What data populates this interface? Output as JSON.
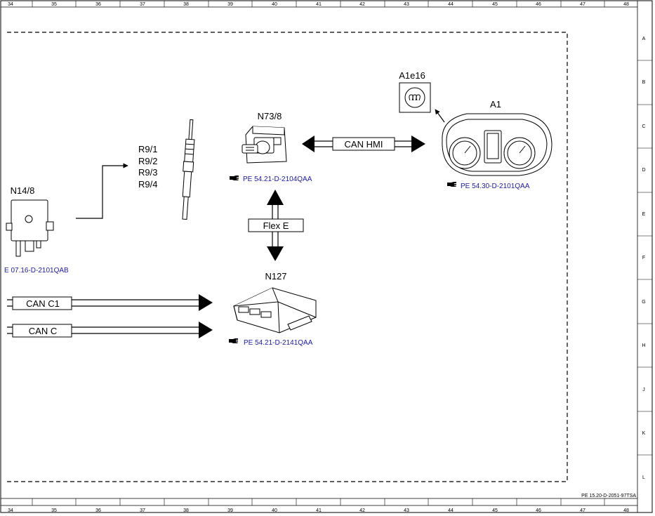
{
  "frame": {
    "columns": [
      "34",
      "35",
      "36",
      "37",
      "38",
      "39",
      "40",
      "41",
      "42",
      "43",
      "44",
      "45",
      "46",
      "47",
      "48"
    ],
    "rows": [
      "A",
      "B",
      "C",
      "D",
      "E",
      "F",
      "G",
      "H",
      "J",
      "K",
      "L"
    ],
    "footer_ref": "PE 15.20-D-2051-97TSA"
  },
  "components": {
    "n14_8": {
      "label": "N14/8",
      "ref": "E 07.16-D-2101QAB"
    },
    "r9": {
      "labels": [
        "R9/1",
        "R9/2",
        "R9/3",
        "R9/4"
      ]
    },
    "n73_8": {
      "label": "N73/8",
      "ref": "PE 54.21-D-2104QAA"
    },
    "a1e16": {
      "label": "A1e16"
    },
    "a1": {
      "label": "A1",
      "ref": "PE 54.30-D-2101QAA"
    },
    "n127": {
      "label": "N127",
      "ref": "PE 54.21-D-2141QAA"
    }
  },
  "buses": {
    "can_hmi": "CAN HMI",
    "flex_e": "Flex E",
    "can_c1": "CAN C1",
    "can_c": "CAN C"
  },
  "icons": {
    "reference": "pointing-hand-icon"
  }
}
